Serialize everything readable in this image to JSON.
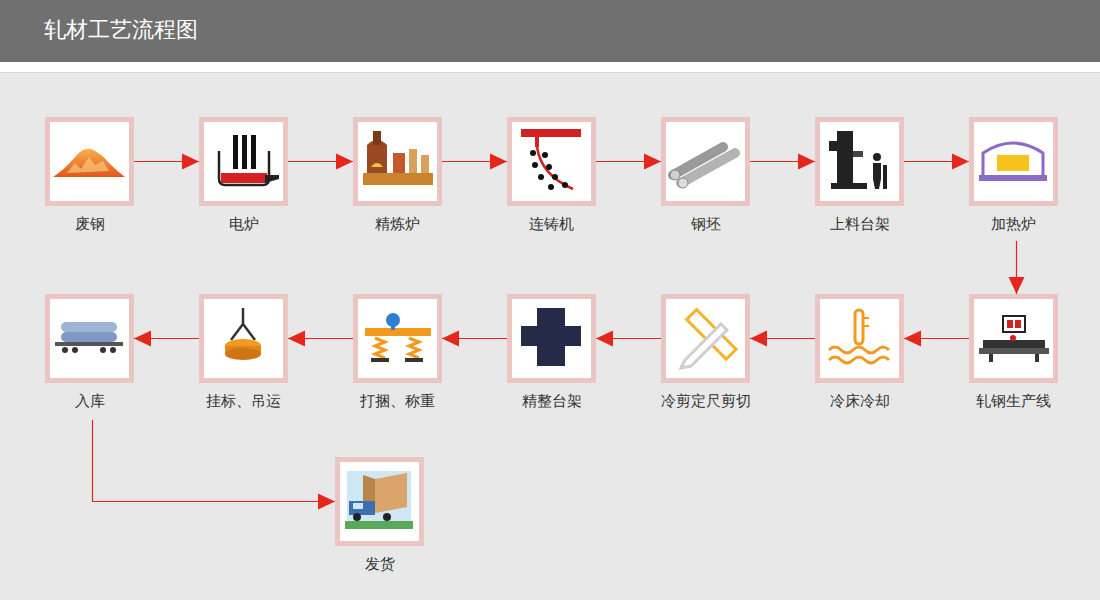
{
  "diagram": {
    "title": "轧材工艺流程图",
    "nodes": [
      {
        "text": [
          "废钢"
        ]
      },
      {
        "text": [
          "电炉"
        ]
      },
      {
        "text": [
          "精炼炉"
        ]
      },
      {
        "text": [
          "连铸机"
        ]
      },
      {
        "text": [
          "钢坯"
        ]
      },
      {
        "text": [
          "上料台架"
        ]
      },
      {
        "text": [
          "加热炉"
        ]
      },
      {
        "text": [
          "轧钢生产线"
        ]
      },
      {
        "text": [
          "冷床冷却"
        ]
      },
      {
        "text": [
          "冷剪定尺剪切"
        ]
      },
      {
        "text": [
          "精整台架"
        ]
      },
      {
        "text": [
          "打捆、称重"
        ]
      },
      {
        "text": [
          "挂标、吊运"
        ]
      },
      {
        "text": [
          "入库"
        ]
      },
      {
        "text": [
          "发货"
        ]
      }
    ],
    "edges": [
      {
        "from": 0,
        "to": 1,
        "arrow": "to"
      },
      {
        "from": 1,
        "to": 2,
        "arrow": "to"
      },
      {
        "from": 2,
        "to": 3,
        "arrow": "to"
      },
      {
        "from": 3,
        "to": 4,
        "arrow": "to"
      },
      {
        "from": 4,
        "to": 5,
        "arrow": "to"
      },
      {
        "from": 5,
        "to": 6,
        "arrow": "to"
      },
      {
        "from": 6,
        "to": 7,
        "arrow": "to"
      },
      {
        "from": 7,
        "to": 8,
        "arrow": "to"
      },
      {
        "from": 8,
        "to": 9,
        "arrow": "to"
      },
      {
        "from": 9,
        "to": 10,
        "arrow": "to"
      },
      {
        "from": 10,
        "to": 11,
        "arrow": "to"
      },
      {
        "from": 11,
        "to": 12,
        "arrow": "to"
      },
      {
        "from": 12,
        "to": 13,
        "arrow": "to"
      },
      {
        "from": 13,
        "to": 14,
        "arrow": "to"
      }
    ]
  }
}
